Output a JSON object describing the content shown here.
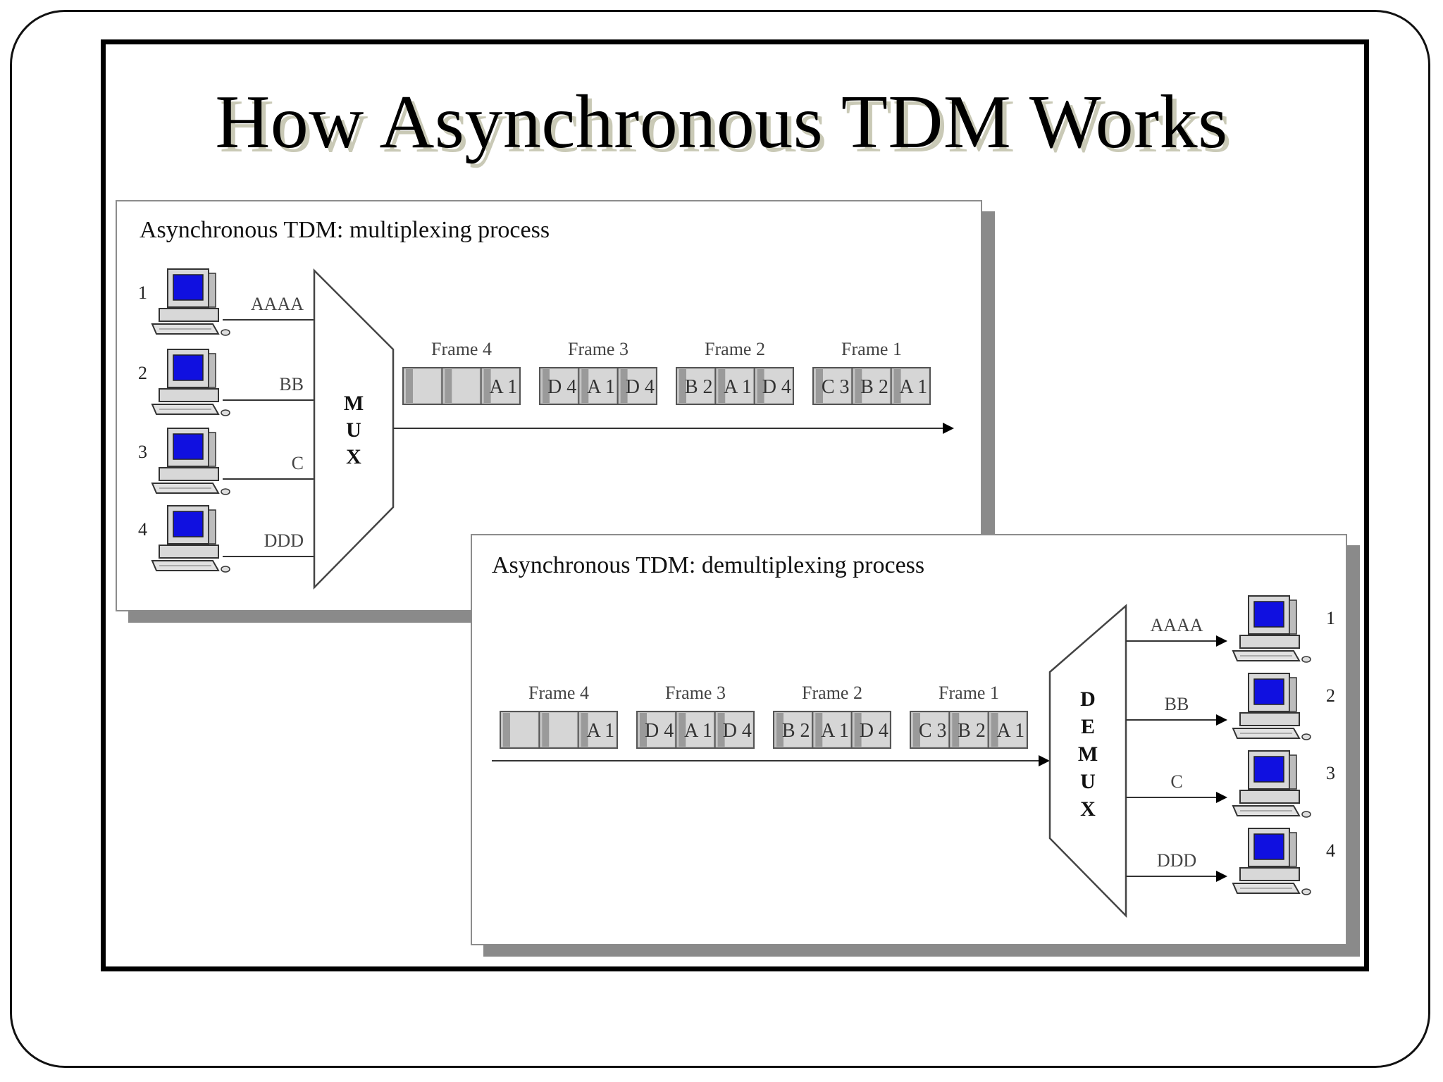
{
  "slide": {
    "title": "How Asynchronous TDM Works"
  },
  "mux_panel": {
    "title": "Asynchronous TDM: multiplexing process",
    "device_label": [
      "M",
      "U",
      "X"
    ],
    "stations": [
      {
        "number": "1",
        "data": "AAAA"
      },
      {
        "number": "2",
        "data": "BB"
      },
      {
        "number": "3",
        "data": "C"
      },
      {
        "number": "4",
        "data": "DDD"
      }
    ],
    "frames": [
      {
        "label": "Frame 4",
        "slots": [
          "",
          "",
          "A 1"
        ]
      },
      {
        "label": "Frame 3",
        "slots": [
          "D 4",
          "A 1",
          "D 4"
        ]
      },
      {
        "label": "Frame 2",
        "slots": [
          "B 2",
          "A 1",
          "D 4"
        ]
      },
      {
        "label": "Frame 1",
        "slots": [
          "C 3",
          "B 2",
          "A 1"
        ]
      }
    ]
  },
  "demux_panel": {
    "title": "Asynchronous TDM: demultiplexing process",
    "device_label": [
      "D",
      "E",
      "M",
      "U",
      "X"
    ],
    "stations": [
      {
        "number": "1",
        "data": "AAAA"
      },
      {
        "number": "2",
        "data": "BB"
      },
      {
        "number": "3",
        "data": "C"
      },
      {
        "number": "4",
        "data": "DDD"
      }
    ],
    "frames": [
      {
        "label": "Frame 4",
        "slots": [
          "",
          "",
          "A 1"
        ]
      },
      {
        "label": "Frame 3",
        "slots": [
          "D 4",
          "A 1",
          "D 4"
        ]
      },
      {
        "label": "Frame 2",
        "slots": [
          "B 2",
          "A 1",
          "D 4"
        ]
      },
      {
        "label": "Frame 1",
        "slots": [
          "C 3",
          "B 2",
          "A 1"
        ]
      }
    ]
  },
  "colors": {
    "screen": "#1010e0",
    "computer_body": "#d8d8d8",
    "slot_fill": "#c4c4c4",
    "shadow": "#8a8a8a"
  }
}
